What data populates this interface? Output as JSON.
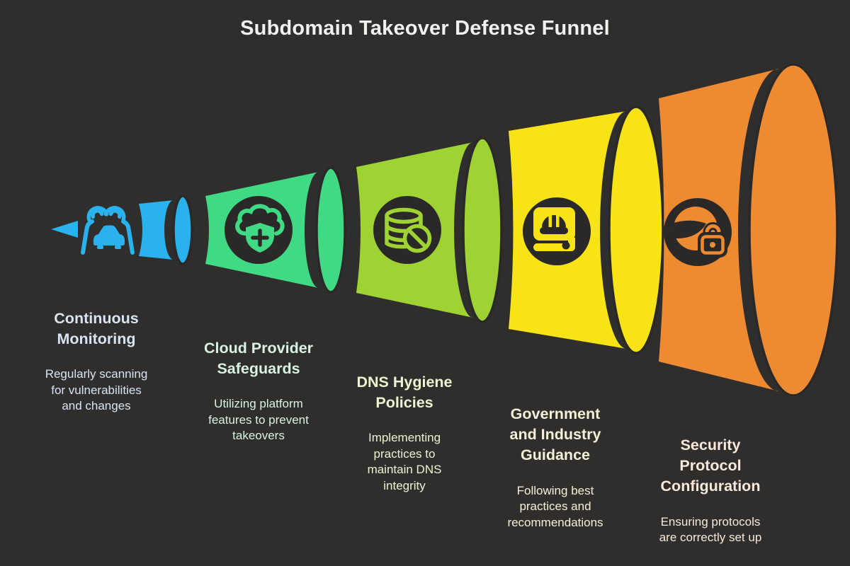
{
  "title": "Subdomain Takeover Defense Funnel",
  "palette": {
    "background": "#2f2e2c",
    "dark_outline": "#2a2927",
    "title_color": "#f2f1ef"
  },
  "stages": [
    {
      "name": "Continuous\nMonitoring",
      "description": "Regularly scanning\nfor vulnerabilities\nand changes",
      "color": "#29b2ee",
      "text_color": "#d6e4f4",
      "icon": "vehicle-monitoring-icon"
    },
    {
      "name": "Cloud Provider\nSafeguards",
      "description": "Utilizing platform\nfeatures to prevent\ntakeovers",
      "color": "#40da85",
      "text_color": "#d8f3e6",
      "icon": "cloud-shield-plus-icon"
    },
    {
      "name": "DNS Hygiene\nPolicies",
      "description": "Implementing\npractices to\nmaintain DNS\nintegrity",
      "color": "#9fd233",
      "text_color": "#eef3d1",
      "icon": "database-ban-icon"
    },
    {
      "name": "Government\nand Industry\nGuidance",
      "description": "Following best\npractices and\nrecommendations",
      "color": "#f8e414",
      "text_color": "#f6f0d6",
      "icon": "hardhat-manual-icon"
    },
    {
      "name": "Security\nProtocol\nConfiguration",
      "description": "Ensuring protocols\nare correctly set up",
      "color": "#ee8b32",
      "text_color": "#f8e9da",
      "icon": "helmet-lock-icon"
    }
  ]
}
